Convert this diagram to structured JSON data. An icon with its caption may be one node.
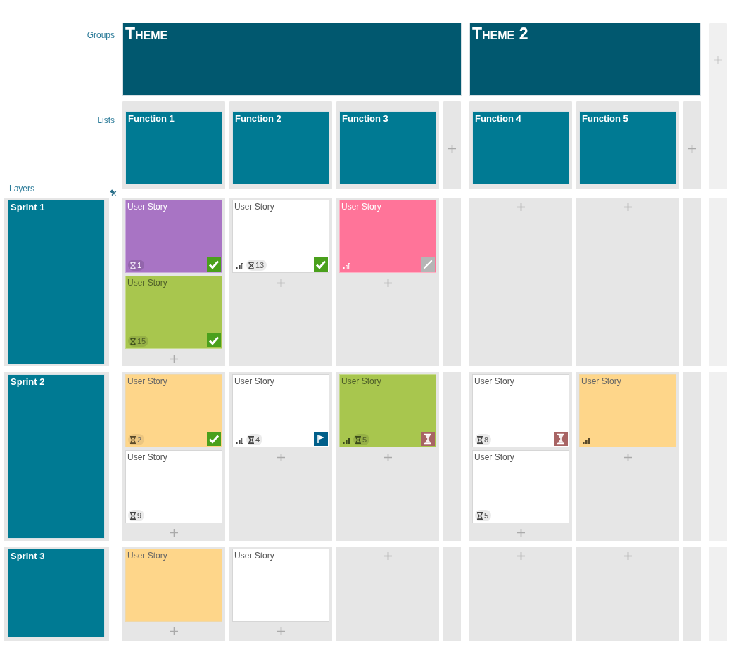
{
  "diagram": {
    "nodes": [
      {
        "text": [
          "Theme"
        ]
      },
      {
        "text": [
          "Theme 2"
        ]
      },
      {
        "text": [
          "Function 1"
        ]
      },
      {
        "text": [
          "Function 2"
        ]
      },
      {
        "text": [
          "Function 3"
        ]
      },
      {
        "text": [
          "Function 4"
        ]
      },
      {
        "text": [
          "Function 5"
        ]
      },
      {
        "text": [
          "Sprint 1"
        ]
      },
      {
        "text": [
          "User Story",
          "1"
        ]
      },
      {
        "text": [
          "User Story",
          "13"
        ]
      },
      {
        "text": [
          "User Story"
        ]
      },
      {
        "text": [
          "User Story",
          "15"
        ]
      },
      {
        "text": [
          "Sprint 2"
        ]
      },
      {
        "text": [
          "User Story",
          "2"
        ]
      },
      {
        "text": [
          "User Story",
          "4"
        ]
      },
      {
        "text": [
          "User Story",
          "5"
        ]
      },
      {
        "text": [
          "User Story",
          "8"
        ]
      },
      {
        "text": [
          "User Story"
        ]
      },
      {
        "text": [
          "User Story",
          "9"
        ]
      },
      {
        "text": [
          "User Story",
          "5"
        ]
      },
      {
        "text": [
          "Sprint 3"
        ]
      },
      {
        "text": [
          "User Story"
        ]
      },
      {
        "text": [
          "User Story"
        ]
      }
    ],
    "labels": [
      "Groups",
      "Lists",
      "Layers"
    ]
  }
}
